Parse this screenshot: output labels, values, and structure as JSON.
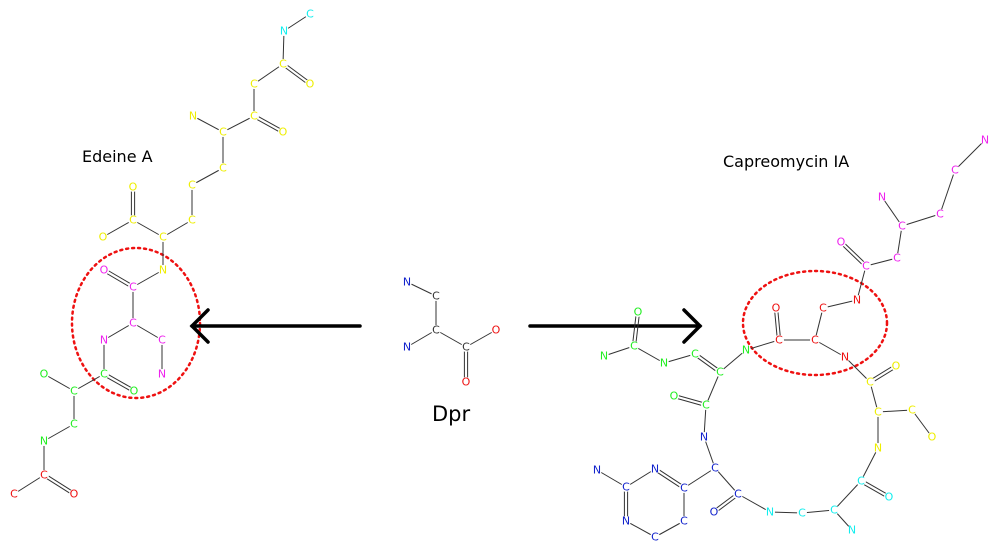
{
  "labels": {
    "left_molecule": "Edeine A",
    "center_molecule": "Dpr",
    "right_molecule": "Capreomycin IA"
  },
  "colors": {
    "red": "#ee1111",
    "yellow": "#eeee00",
    "magenta": "#ee22ee",
    "green": "#22ee22",
    "blue": "#1122cc",
    "cyan": "#11eeee",
    "bond": "#333333",
    "highlight_ring": "#ee1111"
  }
}
